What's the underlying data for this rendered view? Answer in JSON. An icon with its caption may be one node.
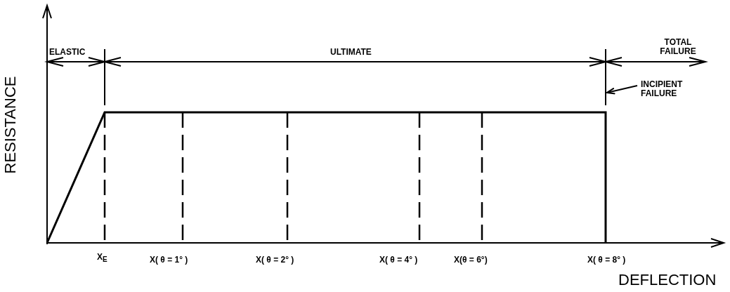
{
  "diagram": {
    "nodes": [
      {
        "text": [
          "INCIPIENT FAILURE"
        ]
      },
      {
        "text": [],
        "shape": "bar"
      }
    ],
    "edges": [
      {
        "from": 0,
        "to": 1,
        "arrow": "to"
      }
    ],
    "labels": [
      "RESISTANCE",
      "ELASTIC",
      "ULTIMATE",
      "TOTAL FAILURE",
      "X$_{E}$",
      "X( θ = 1° )",
      "X( θ = 2° )",
      "X( θ = 4° )",
      "X(θ = 6°)",
      "X( θ = 8° )",
      "DEFLECTION"
    ]
  }
}
